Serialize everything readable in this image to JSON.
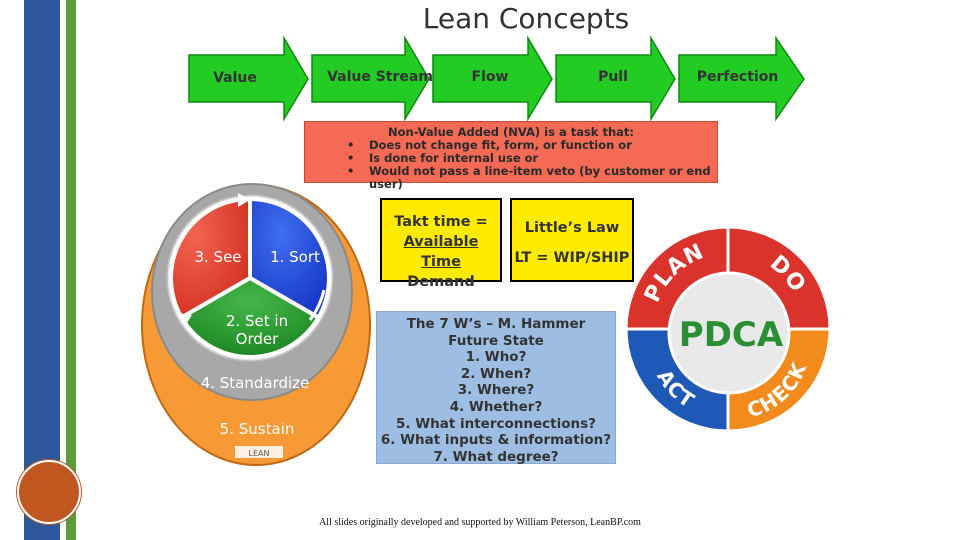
{
  "title": "Lean Concepts",
  "principles": [
    "Value",
    "Value Stream",
    "Flow",
    "Pull",
    "Perfection"
  ],
  "nva": {
    "heading": "Non-Value Added (NVA) is a task that:",
    "items": [
      "Does not change fit, form, or function or",
      "Is done for internal use or",
      "Would not pass a line-item veto (by customer or end user)"
    ]
  },
  "takt": {
    "line1": "Takt time =",
    "line2": "Available Time",
    "line3": "Demand"
  },
  "littles_law": {
    "title": "Little’s Law",
    "formula": "LT = WIP/SHIP"
  },
  "five_s": {
    "see": "3. See",
    "sort": "1. Sort",
    "set_line1": "2. Set in",
    "set_line2": "Order",
    "standardize": "4. Standardize",
    "sustain": "5. Sustain",
    "logo": "LEAN"
  },
  "seven_ws": {
    "line1": "The 7 W’s – M. Hammer",
    "line2": "Future State",
    "items": [
      "1. Who?",
      "2. When?",
      "3. Where?",
      "4. Whether?",
      "5. What interconnections?",
      "6. What inputs & information?",
      "7. What degree?"
    ]
  },
  "pdca": {
    "center": "PDCA",
    "plan": "PLAN",
    "do": "DO",
    "check": "CHECK",
    "act": "ACT"
  },
  "footer": "All slides originally developed and supported by William Peterson, LeanBP.com",
  "colors": {
    "arrow_green": "#22cc22",
    "nva_red": "#f46a55",
    "yellow": "#ffeb00",
    "sevenw_blue": "#9dbde3",
    "stripe_blue": "#2e579b",
    "stripe_green": "#5c9a3e",
    "circle_orange": "#c0581f"
  }
}
